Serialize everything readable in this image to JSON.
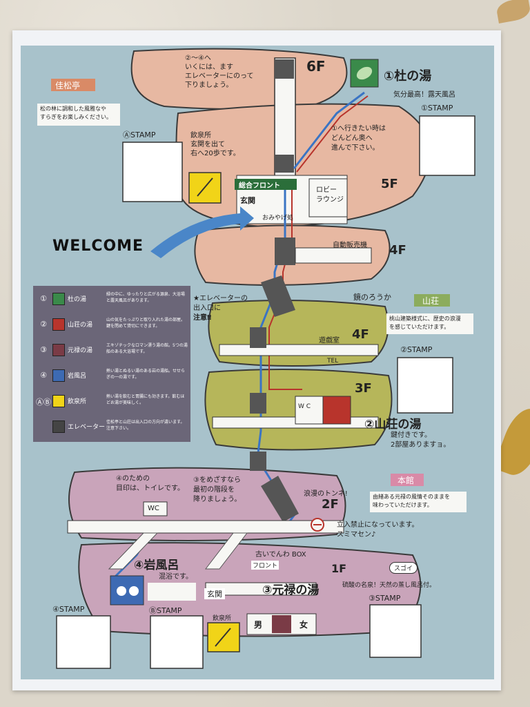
{
  "floors": {
    "f6": "6F",
    "f5": "5F",
    "f4_top": "4F",
    "f4_mid": "4F",
    "f3": "3F",
    "f2": "2F",
    "f1": "1F"
  },
  "section_labels": {
    "saishoutei": "佳松亭",
    "sansou": "山荘",
    "honkan": "本館"
  },
  "notes": {
    "saishoutei_note_1": "松の林に調和した風雅なや",
    "saishoutei_note_2": "すらぎをお楽しみください。",
    "sansou_note_1": "桃山建築様式に、歴史の浪漫",
    "sansou_note_2": "を感じていただけます。",
    "honkan_note_1": "由緒ある元禄の風情そのままを",
    "honkan_note_2": "味わっていただけます。"
  },
  "hints": {
    "to_2_4_l1": "②〜④へ",
    "to_2_4_l2": "いくには、ます",
    "to_2_4_l3": "エレベーターにのって",
    "to_2_4_l4": "下りましょう。",
    "to_1_l1": "①へ行きたい時は",
    "to_1_l2": "どんどん奥へ",
    "to_1_l3": "進んで下さい。",
    "fountain_l1": "飲泉所",
    "fountain_l2": "玄関を出て",
    "fountain_l3": "右へ20歩です。",
    "elevator_l1": "★エレベーターの",
    "elevator_l2": "出入口に",
    "elevator_l3": "注意‼",
    "mirror_corridor": "鏡のろうか",
    "romance_tunnel": "浪漫のトンネ!",
    "no_entry_l1": "立入禁止になっています。",
    "no_entry_l2": "スミマセン♪",
    "hint4_l1": "④のための",
    "hint4_l2": "目印は、トイレです。",
    "hint3_l1": "③をめざすなら",
    "hint3_l2": "最初の階段を",
    "hint3_l3": "降りましょう。",
    "old_phone": "古いでんわ BOX",
    "sugoi": "スゴイ",
    "famous_l1": "硫酸の名泉！天然の蒸し風呂付。",
    "stairs_entrance_note": "飲泉所"
  },
  "rooms": {
    "front_desk": "総合フロント",
    "genkan_5f": "玄関",
    "lobby_1": "ロビー",
    "lobby_2": "ラウンジ",
    "souvenir": "おみやげ処",
    "vending": "自動販売機",
    "yujo": "遊戯室",
    "tel": "TEL",
    "wc": "WC",
    "front_1f": "フロント",
    "genkan_1f": "玄関",
    "wc_3f": "W C",
    "men": "男",
    "women": "女"
  },
  "baths": {
    "b1_name": "①杜の湯",
    "b1_sub": "気分最高！露天風呂",
    "b2_name": "②山荘の湯",
    "b2_sub_1": "鍵付きです。",
    "b2_sub_2": "2部屋ありますョ。",
    "b3_name": "③元禄の湯",
    "b4_name": "④岩風呂",
    "b4_sub": "混浴です。"
  },
  "stamps": {
    "s1": "①STAMP",
    "sA": "ⒶSTAMP",
    "s2": "②STAMP",
    "s4": "④STAMP",
    "sB": "ⒷSTAMP",
    "s3": "③STAMP"
  },
  "welcome": "WELCOME",
  "legend": {
    "items": [
      {
        "num": "①",
        "name": "杜の湯",
        "desc": "緑の中に、ゆったりと広がる源泉、大浴場と露天風呂があります。"
      },
      {
        "num": "②",
        "name": "山荘の湯",
        "desc": "山の気をたっぷりと取り入れた湯の部屋。鍵を閉めて貸切にできます。"
      },
      {
        "num": "③",
        "name": "元禄の湯",
        "desc": "エキゾチックなロマン漂う湯の館。5つの湯船のある大浴場です。"
      },
      {
        "num": "④",
        "name": "岩風呂",
        "desc": "熱い湯とぬるい湯のある岩の湯船。せせらぎの一の湯です。"
      },
      {
        "num": "ⒶⒷ",
        "name": "飲泉所",
        "desc": "熱い湯を飲むと胃腸にも効きます。飲むほどお湯が美味しく。"
      },
      {
        "num": "",
        "name": "エレベーター",
        "desc": "佳松亭と山荘は出入口の方向が違います。注意下さい。"
      }
    ]
  },
  "colors": {
    "sheet_bg": "#a8c2cb",
    "pink_blob": "#e7b8a2",
    "olive_blob": "#b6b65a",
    "mauve_blob": "#c9a4ba",
    "path_white": "#f7f7f4",
    "route_blue": "#3a74c4",
    "route_red": "#b8342c",
    "tag_orange": "#d98a66",
    "tag_green": "#8cac5d",
    "tag_pink": "#d98aa7",
    "legend_bg": "#6b6678",
    "welcome_arrow": "#4a86c8",
    "fountain_yellow": "#f1d418"
  }
}
